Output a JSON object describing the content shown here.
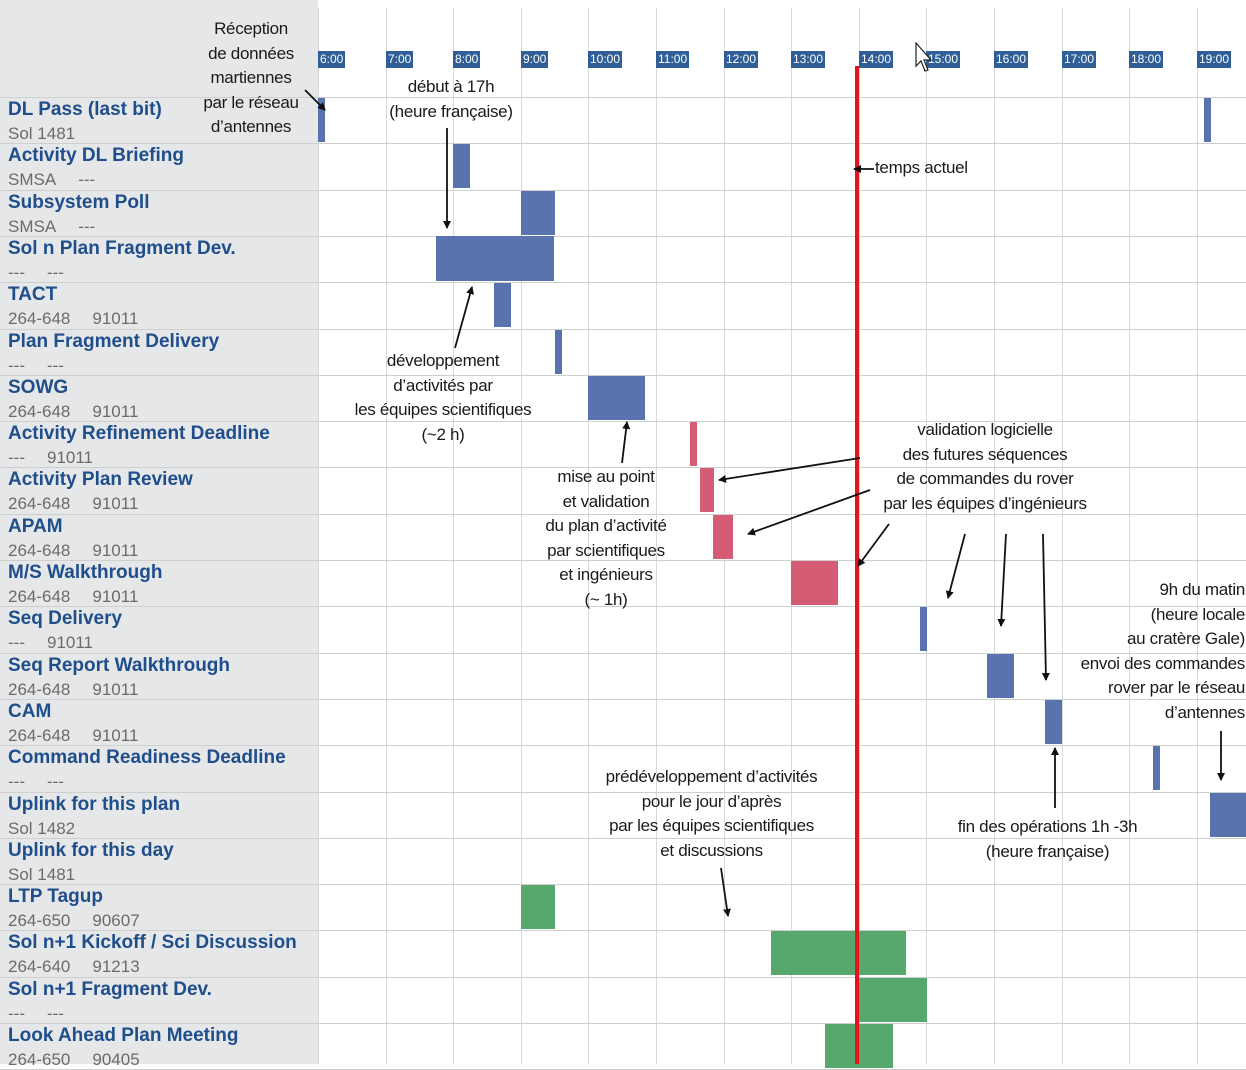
{
  "colors": {
    "label_bg": "#e6e7e8",
    "row_title": "#1f4e8c",
    "hour_badge": "#2f5f96",
    "blue_bar": "#5873ad",
    "red_bar": "#d55c75",
    "green_bar": "#58a86e",
    "current_time_line": "#e3151a"
  },
  "hours": [
    "6:00",
    "7:00",
    "8:00",
    "9:00",
    "10:00",
    "11:00",
    "12:00",
    "13:00",
    "14:00",
    "15:00",
    "16:00",
    "17:00",
    "18:00",
    "19:00"
  ],
  "rows": [
    {
      "name": "DL Pass (last bit)",
      "sub": [
        "Sol 1481"
      ]
    },
    {
      "name": "Activity DL Briefing",
      "sub": [
        "SMSA",
        "---"
      ]
    },
    {
      "name": "Subsystem Poll",
      "sub": [
        "SMSA",
        "---"
      ]
    },
    {
      "name": "Sol n Plan Fragment Dev.",
      "sub": [
        "---",
        "---"
      ]
    },
    {
      "name": "TACT",
      "sub": [
        "264-648",
        "91011"
      ]
    },
    {
      "name": "Plan Fragment Delivery",
      "sub": [
        "---",
        "---"
      ]
    },
    {
      "name": "SOWG",
      "sub": [
        "264-648",
        "91011"
      ]
    },
    {
      "name": "Activity Refinement Deadline",
      "sub": [
        "---",
        "91011"
      ]
    },
    {
      "name": "Activity Plan Review",
      "sub": [
        "264-648",
        "91011"
      ]
    },
    {
      "name": "APAM",
      "sub": [
        "264-648",
        "91011"
      ]
    },
    {
      "name": "M/S Walkthrough",
      "sub": [
        "264-648",
        "91011"
      ]
    },
    {
      "name": "Seq Delivery",
      "sub": [
        "---",
        "91011"
      ]
    },
    {
      "name": "Seq Report Walkthrough",
      "sub": [
        "264-648",
        "91011"
      ]
    },
    {
      "name": "CAM",
      "sub": [
        "264-648",
        "91011"
      ]
    },
    {
      "name": "Command Readiness Deadline",
      "sub": [
        "---",
        "---"
      ]
    },
    {
      "name": "Uplink for this plan",
      "sub": [
        "Sol 1482"
      ]
    },
    {
      "name": "Uplink for this day",
      "sub": [
        "Sol 1481"
      ]
    },
    {
      "name": "LTP Tagup",
      "sub": [
        "264-650",
        "90607"
      ]
    },
    {
      "name": "Sol n+1 Kickoff / Sci Discussion",
      "sub": [
        "264-640",
        "91213"
      ]
    },
    {
      "name": "Sol n+1 Fragment Dev.",
      "sub": [
        "---",
        "---"
      ]
    },
    {
      "name": "Look Ahead Plan Meeting",
      "sub": [
        "264-650",
        "90405"
      ]
    }
  ],
  "bars": [
    {
      "row": 0,
      "start": 6.0,
      "end": 6.1,
      "color": "blue"
    },
    {
      "row": 0,
      "start": 19.1,
      "end": 19.2,
      "color": "blue"
    },
    {
      "row": 1,
      "start": 8.0,
      "end": 8.25,
      "color": "blue"
    },
    {
      "row": 2,
      "start": 9.0,
      "end": 9.5,
      "color": "blue"
    },
    {
      "row": 3,
      "start": 7.75,
      "end": 9.5,
      "color": "blue"
    },
    {
      "row": 4,
      "start": 8.6,
      "end": 8.85,
      "color": "blue"
    },
    {
      "row": 5,
      "start": 9.5,
      "end": 9.6,
      "color": "blue"
    },
    {
      "row": 6,
      "start": 10.0,
      "end": 10.85,
      "color": "blue"
    },
    {
      "row": 7,
      "start": 11.5,
      "end": 11.6,
      "color": "red"
    },
    {
      "row": 8,
      "start": 11.65,
      "end": 11.85,
      "color": "red"
    },
    {
      "row": 9,
      "start": 11.85,
      "end": 12.15,
      "color": "red"
    },
    {
      "row": 10,
      "start": 13.0,
      "end": 13.7,
      "color": "red"
    },
    {
      "row": 11,
      "start": 14.9,
      "end": 15.0,
      "color": "blue"
    },
    {
      "row": 12,
      "start": 15.9,
      "end": 16.3,
      "color": "blue"
    },
    {
      "row": 13,
      "start": 16.75,
      "end": 17.0,
      "color": "blue"
    },
    {
      "row": 14,
      "start": 18.35,
      "end": 18.45,
      "color": "blue"
    },
    {
      "row": 15,
      "start": 19.2,
      "end": 19.9,
      "color": "blue"
    },
    {
      "row": 17,
      "start": 9.0,
      "end": 9.5,
      "color": "green"
    },
    {
      "row": 18,
      "start": 12.7,
      "end": 14.7,
      "color": "green"
    },
    {
      "row": 19,
      "start": 14.0,
      "end": 15.0,
      "color": "green"
    },
    {
      "row": 20,
      "start": 13.5,
      "end": 14.5,
      "color": "green"
    }
  ],
  "current_time": 13.95,
  "annotations": {
    "reception": [
      "Réception",
      "de données",
      "martiennes",
      "par le réseau",
      "d’antennes"
    ],
    "debut": [
      "début à 17h",
      "(heure française)"
    ],
    "temps_actuel": "temps actuel",
    "developpement": [
      "développement",
      "d’activités par",
      "les équipes scientifiques",
      "(~2 h)"
    ],
    "validation": [
      "validation logicielle",
      "des futures séquences",
      "de commandes du rover",
      "par les équipes d’ingénieurs"
    ],
    "mise_au_point": [
      "mise au point",
      "et validation",
      "du plan d’activité",
      "par scientifiques",
      "et ingénieurs",
      "(~ 1h)"
    ],
    "neuf_h": [
      "9h du matin",
      "(heure locale",
      "au cratère Gale)",
      "envoi des commandes",
      "rover par le réseau",
      "d’antennes"
    ],
    "predeveloppement": [
      "prédéveloppement d’activités",
      "pour le jour d’après",
      "par les équipes scientifiques",
      "et discussions"
    ],
    "fin_operations": [
      "fin des opérations 1h -3h",
      "(heure française)"
    ]
  }
}
